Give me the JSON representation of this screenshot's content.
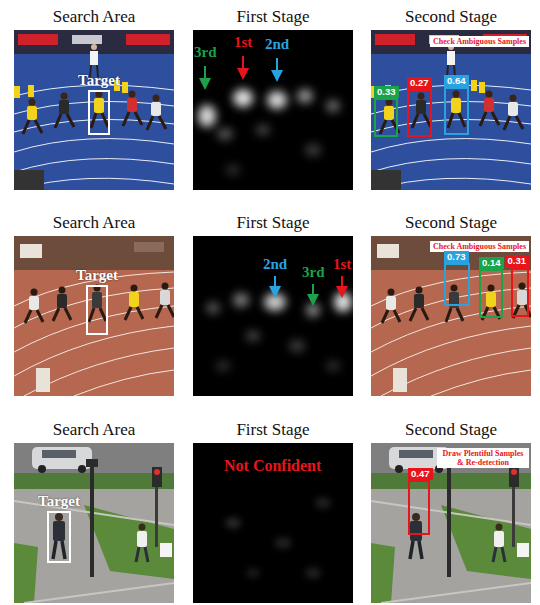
{
  "diagram": {
    "nodes": [
      {
        "text": [
          "Search Area"
        ]
      },
      {
        "text": [
          "Target"
        ],
        "in": 0
      },
      {
        "text": [
          "First Stage"
        ]
      },
      {
        "text": [
          "Second Stage"
        ]
      },
      {
        "text": [
          "Check Ambiguous Samples"
        ],
        "in": 3
      },
      {
        "text": [
          "0.33"
        ],
        "in": 3
      },
      {
        "text": [
          "0.27"
        ],
        "in": 3
      },
      {
        "text": [
          "0.64"
        ],
        "in": 3
      },
      {
        "text": [
          "Search Area"
        ]
      },
      {
        "text": [
          "Target"
        ],
        "in": 8
      },
      {
        "text": [
          "First Stage"
        ]
      },
      {
        "text": [
          "Second Stage"
        ]
      },
      {
        "text": [
          "Check Ambiguous Samples"
        ],
        "in": 11
      },
      {
        "text": [
          "0.73"
        ],
        "in": 11
      },
      {
        "text": [
          "0.14"
        ],
        "in": 11
      },
      {
        "text": [
          "0.31"
        ],
        "in": 11
      },
      {
        "text": [
          "Search Area"
        ]
      },
      {
        "text": [
          "Target"
        ],
        "in": 16
      },
      {
        "text": [
          "First Stage"
        ]
      },
      {
        "text": [
          "Second Stage"
        ]
      },
      {
        "text": [
          "Draw Plentiful Samples & Re-detection"
        ],
        "in": 19
      },
      {
        "text": [
          "0.47"
        ],
        "in": 19
      }
    ],
    "labels": [
      "3rd",
      "1st",
      "2nd",
      "2nd",
      "3rd",
      "1st",
      "Not Confident"
    ]
  }
}
